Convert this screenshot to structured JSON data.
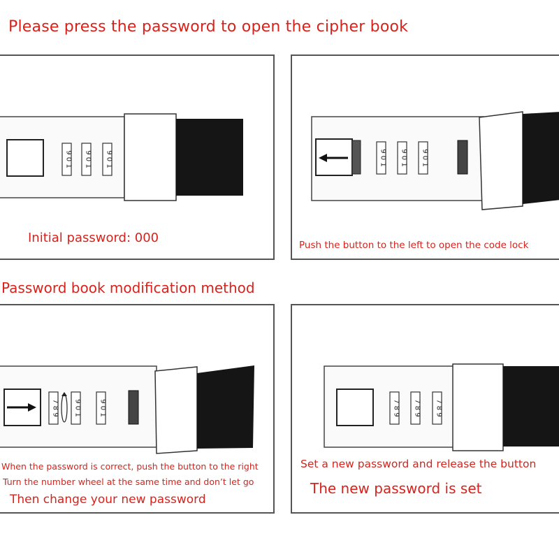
{
  "heading_open": "Please press the password to open the cipher book",
  "heading_modify": "Password book modification method",
  "panels": [
    {
      "captions": [
        "Initial password: 000"
      ],
      "wheels": [
        "0",
        "0",
        "0"
      ]
    },
    {
      "captions": [
        "Push the button to the left to open the code lock"
      ],
      "wheels": [
        "0",
        "0",
        "0"
      ]
    },
    {
      "captions": [
        "When the password is correct, push the button to the right",
        "Turn the number wheel at the same time and don’t let go",
        "Then change your new password"
      ],
      "wheels": [
        "8",
        "0",
        "0"
      ]
    },
    {
      "captions": [
        "Set a new password and release the button",
        "The new password is set"
      ],
      "wheels": [
        "8",
        "8",
        "8"
      ]
    }
  ],
  "colors": {
    "caption_red": "#d7231c",
    "line": "#444444",
    "strap": "#151515"
  }
}
